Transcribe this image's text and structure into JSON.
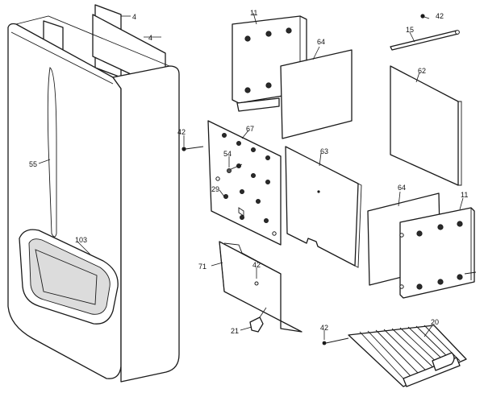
{
  "labels": {
    "casing_top_panel_a": "4",
    "casing_top_panel_b": "4",
    "front_cover": "55",
    "viewing_window": "103",
    "left_panel_bracket": "11",
    "left_insulation": "64",
    "screw_top": "42",
    "rod": "15",
    "rear_insulation": "62",
    "screw_left": "42",
    "combustion_panel": "67",
    "electrode": "54",
    "sensor": "29",
    "inner_panel": "63",
    "right_insulation": "64",
    "right_panel_bracket": "11",
    "deflector": "71",
    "screw_mid": "42",
    "clip": "21",
    "screw_bottom": "42",
    "burner": "20"
  }
}
